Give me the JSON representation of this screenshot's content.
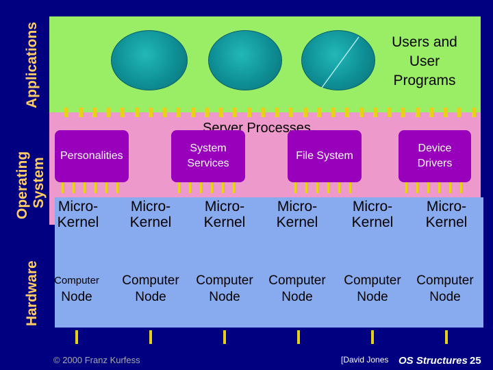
{
  "side_labels": {
    "applications": "Applications",
    "operating_system_line1": "Operating",
    "operating_system_line2": "System",
    "hardware": "Hardware"
  },
  "users_label": [
    "Users and",
    "User",
    "Programs"
  ],
  "server_processes_label": "Server Processes",
  "servers": [
    {
      "label": "Personalities"
    },
    {
      "label": "System Services"
    },
    {
      "label": "File System"
    },
    {
      "label": "Device Drivers"
    }
  ],
  "nodes": [
    {
      "kernel": "Micro-Kernel",
      "computer": "Computer",
      "node": "Node"
    },
    {
      "kernel": "Micro-Kernel",
      "computer": "Computer",
      "node": "Node"
    },
    {
      "kernel": "Micro-Kernel",
      "computer": "Computer",
      "node": "Node"
    },
    {
      "kernel": "Micro-Kernel",
      "computer": "Computer",
      "node": "Node"
    },
    {
      "kernel": "Micro-Kernel",
      "computer": "Computer",
      "node": "Node"
    },
    {
      "kernel": "Micro-Kernel",
      "computer": "Computer",
      "node": "Node"
    }
  ],
  "footer": {
    "copyright": "© 2000 Franz Kurfess",
    "credit": "[David Jones",
    "course": "OS Structures",
    "page": "25"
  },
  "colors": {
    "background": "#000080",
    "applications_band": "#99ee66",
    "os_band": "#ee99cc",
    "server_box": "#9900bb",
    "node_box": "#88aaee",
    "side_label": "#ffcc66",
    "connector": "#e6d21a"
  }
}
